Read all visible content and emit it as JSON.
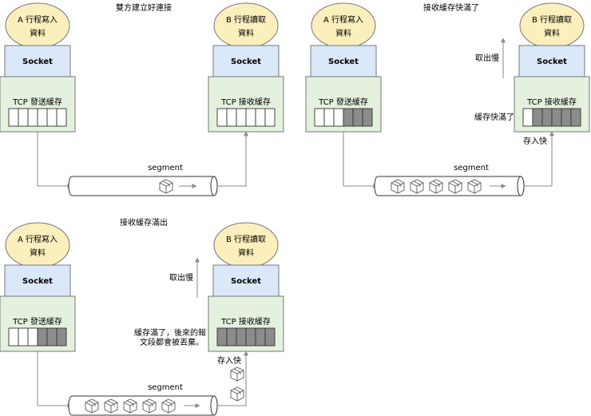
{
  "panels": [
    {
      "title": "雙方建立好連接",
      "sender": {
        "line1": "A 行程寫入",
        "line2": "資料",
        "socket": "Socket",
        "buffer": "TCP 發送緩存",
        "filled": 0
      },
      "receiver": {
        "line1": "B 行程讀取",
        "line2": "資料",
        "socket": "Socket",
        "buffer": "TCP 接收緩存",
        "filled": 0
      },
      "pipe_label": "segment",
      "packets": 1
    },
    {
      "title": "接收緩存快滿了",
      "sender": {
        "line1": "A 行程寫入",
        "line2": "資料",
        "socket": "Socket",
        "buffer": "TCP 發送緩存",
        "filled": 3
      },
      "receiver": {
        "line1": "B 行程讀取",
        "line2": "資料",
        "socket": "Socket",
        "buffer": "TCP 接收緩存",
        "filled": 5
      },
      "pipe_label": "segment",
      "packets": 5,
      "read_note": "取出慢",
      "buffer_note": "緩存快滿了",
      "write_note": "存入快"
    },
    {
      "title": "接收緩存滿出",
      "sender": {
        "line1": "A 行程寫入",
        "line2": "資料",
        "socket": "Socket",
        "buffer": "TCP 發送緩存",
        "filled": 3
      },
      "receiver": {
        "line1": "B 行程讀取",
        "line2": "資料",
        "socket": "Socket",
        "buffer": "TCP 接收緩存",
        "filled": 6
      },
      "pipe_label": "segment",
      "packets": 5,
      "read_note": "取出慢",
      "buffer_note_line1": "緩存滿了，後來的報",
      "buffer_note_line2": "文段都會被丟棄。",
      "write_note": "存入快"
    }
  ],
  "colors": {
    "ellipse": "#fbefbd",
    "socket": "#dae8f9",
    "buffer_box": "#e3f1de",
    "slot_empty": "#ffffff",
    "slot_filled": "#8c8c8c",
    "pipe": "#ffffff",
    "arrow": "#8a8a8a"
  },
  "icons": {
    "packet": "cube-icon"
  }
}
